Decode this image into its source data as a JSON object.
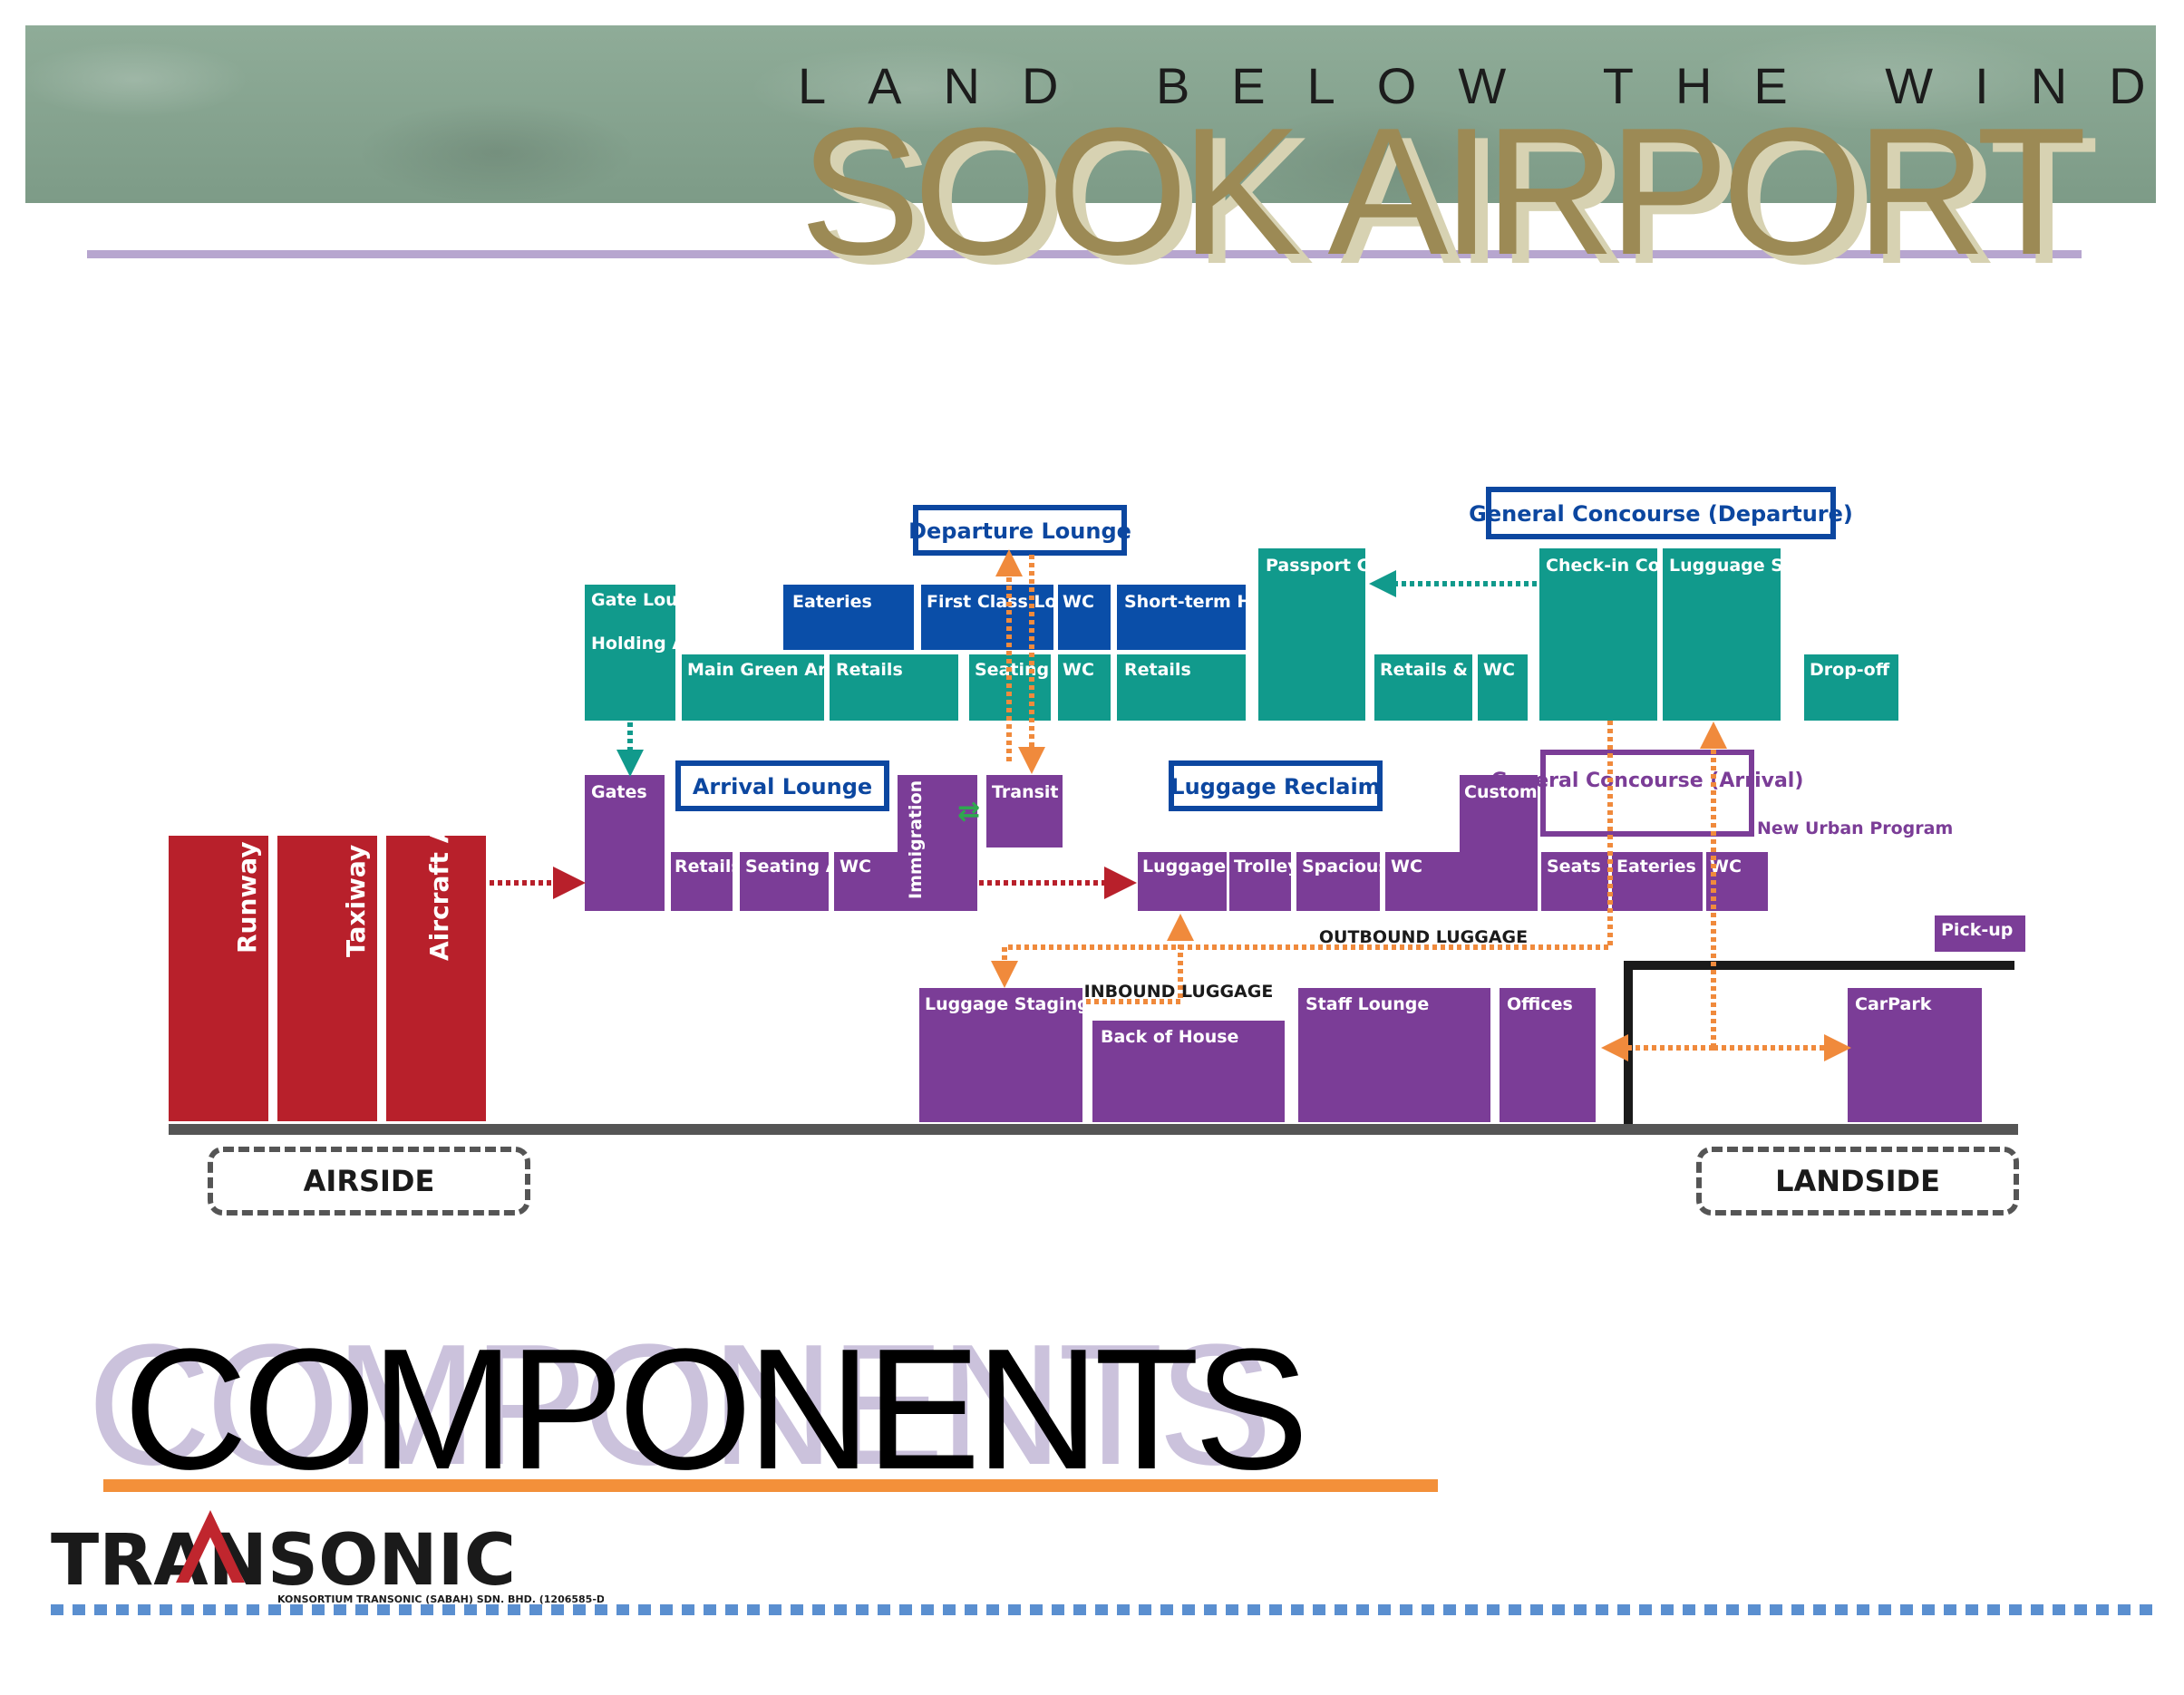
{
  "header": {
    "tagline": "LAND BELOW THE WIND",
    "title": "SOOK AIRPORT"
  },
  "footer": {
    "section_title": "COMPONENTS",
    "logo_name": "TRANSONIC",
    "logo_sub": "KONSORTIUM TRANSONIC (SABAH) SDN. BHD. (1206585-D)"
  },
  "colors": {
    "teal": "#119a8c",
    "navy": "#0a4ea8",
    "purple": "#7b3d97",
    "red": "#b8202b",
    "orange": "#f08a3c",
    "banner_green": "#86a38f",
    "title_gold": "#9c8a55"
  },
  "diagram": {
    "headers": {
      "departure_lounge": "Departure Lounge",
      "general_concourse_departure": "General Concourse (Departure)",
      "arrival_lounge": "Arrival Lounge",
      "luggage_reclaim": "Luggage Reclaim",
      "general_concourse_arrival": "General Concourse (Arrival)",
      "new_urban_program": "New Urban Program"
    },
    "airside": {
      "runway": "Runway",
      "taxiway": "Taxiway",
      "aircraft_apron": "Aircraft Apron"
    },
    "departure": {
      "gate_lounge": "Gate Lounge",
      "holding_areas": "Holding Areas",
      "eateries": "Eateries",
      "first_class_lounge": "First Class Lounge",
      "wc": "WC",
      "short_term_hotel": "Short-term Hotel",
      "main_green_area": "Main Green Area",
      "retails": "Retails",
      "seating_areas": "Seating Areas",
      "passport_controls": "Passport Controls",
      "retails_eateries": "Retails & Eateries",
      "check_in_counters": "Check-in Counters",
      "luggage_scan_area": "Lugguage Scan Area",
      "drop_off": "Drop-off"
    },
    "arrival": {
      "gates": "Gates",
      "retails": "Retails",
      "seating_areas": "Seating Areas",
      "wc": "WC",
      "immigration": "Immigration",
      "transit_lounge": "Transit Lounge",
      "luggage_carousel": "Luggage Carousel",
      "trolley_bay": "Trolley Bay",
      "spacious_waiting": "Spacious Waiting",
      "custom_control": "Custom Control",
      "seats": "Seats",
      "eateries": "Eateries",
      "pick_up": "Pick-up"
    },
    "service": {
      "luggage_staging_area": "Luggage Staging Area",
      "back_of_house": "Back of House",
      "staff_lounge": "Staff Lounge",
      "offices": "Offices",
      "carpark": "CarPark"
    },
    "flow_labels": {
      "outbound_luggage": "OUTBOUND LUGGAGE",
      "inbound_luggage": "INBOUND LUGGAGE"
    },
    "zones": {
      "airside": "AIRSIDE",
      "landside": "LANDSIDE"
    }
  }
}
